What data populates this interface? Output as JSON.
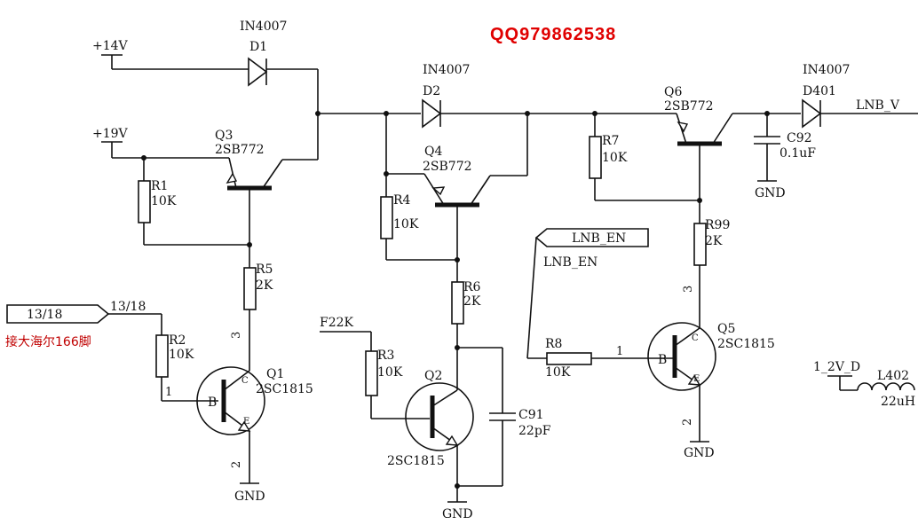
{
  "watermark": {
    "text": "QQ979862538",
    "color": "#e00000"
  },
  "note": {
    "text": "接大海尔166脚",
    "color": "#c00000"
  },
  "nets": {
    "v14": "+14V",
    "v19": "+19V",
    "lnb_v": "LNB_V",
    "gnd": "GND",
    "f22k": "F22K",
    "v1_2": "1_2V_D",
    "sel1318": "13/18",
    "sel1318_port": "13/18",
    "lnb_en": "LNB_EN",
    "lnb_en_port": "LNB_EN"
  },
  "components": {
    "d1": {
      "ref": "D1",
      "value": "IN4007"
    },
    "d2": {
      "ref": "D2",
      "value": "IN4007"
    },
    "d401": {
      "ref": "D401",
      "value": "IN4007"
    },
    "q1": {
      "ref": "Q1",
      "value": "2SC1815"
    },
    "q2": {
      "ref": "Q2",
      "value": "2SC1815"
    },
    "q3": {
      "ref": "Q3",
      "value": "2SB772"
    },
    "q4": {
      "ref": "Q4",
      "value": "2SB772"
    },
    "q5": {
      "ref": "Q5",
      "value": "2SC1815"
    },
    "q6": {
      "ref": "Q6",
      "value": "2SB772"
    },
    "r1": {
      "ref": "R1",
      "value": "10K"
    },
    "r2": {
      "ref": "R2",
      "value": "10K"
    },
    "r3": {
      "ref": "R3",
      "value": "10K"
    },
    "r4": {
      "ref": "R4",
      "value": "10K"
    },
    "r5": {
      "ref": "R5",
      "value": "2K"
    },
    "r6": {
      "ref": "R6",
      "value": "2K"
    },
    "r7": {
      "ref": "R7",
      "value": "10K"
    },
    "r8": {
      "ref": "R8",
      "value": "10K"
    },
    "r99": {
      "ref": "R99",
      "value": "2K"
    },
    "c91": {
      "ref": "C91",
      "value": "22pF"
    },
    "c92": {
      "ref": "C92",
      "value": "0.1uF"
    },
    "l402": {
      "ref": "L402",
      "value": "22uH"
    }
  },
  "pins": {
    "one": "1",
    "two": "2",
    "three": "3",
    "base": "B",
    "collector": "C",
    "emitter": "E"
  }
}
